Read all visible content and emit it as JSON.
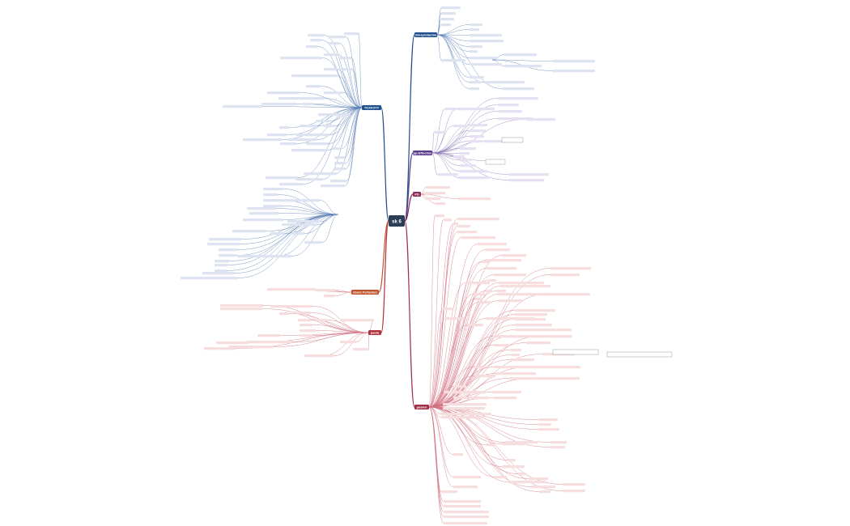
{
  "center": {
    "label": "sk 6",
    "color": "#2c3e55"
  },
  "branches": [
    {
      "id": "interpretacion",
      "label": "Interpretación",
      "color": "#1f4e8c",
      "line": "#1f4e8c"
    },
    {
      "id": "toxicity",
      "label": "TOXICITY",
      "color": "#1f4e8c",
      "line": "#1f4e8c"
    },
    {
      "id": "pp_effective",
      "label": "pp Effective",
      "color": "#5a3d8c",
      "line": "#5a3d8c"
    },
    {
      "id": "pd",
      "label": "PD",
      "color": "#8c2a5a",
      "line": "#8c2a5a"
    },
    {
      "id": "dosis_pertanian",
      "label": "dosis Pertanian",
      "color": "#c0532a",
      "line": "#c0532a"
    },
    {
      "id": "pasta",
      "label": "pasta",
      "color": "#b0323c",
      "line": "#b0323c"
    },
    {
      "id": "pasien",
      "label": "pasien",
      "color": "#a03048",
      "line": "#a03048"
    }
  ],
  "colors": {
    "blue_node": "#dde3f0",
    "red_node": "#f6dede",
    "purple_node": "#e6e0f2",
    "blue_line": "#5a7fb5",
    "red_line": "#d07080",
    "purple_line": "#8c78b8"
  }
}
